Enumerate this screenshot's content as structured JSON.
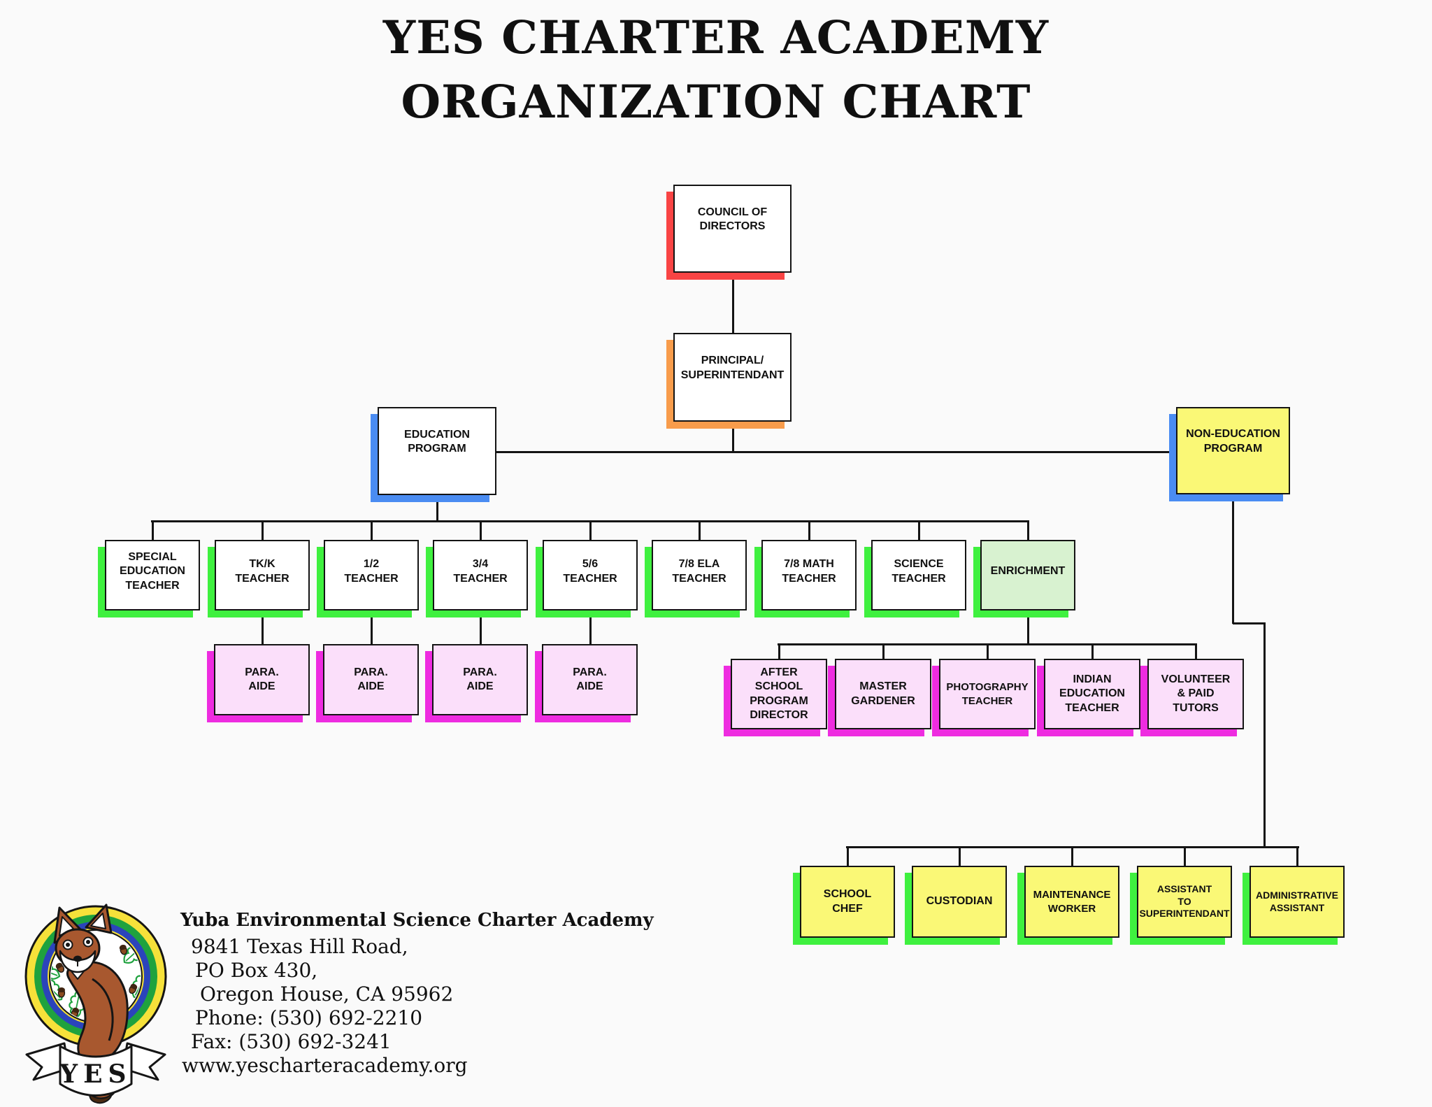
{
  "title": {
    "line1": "YES CHARTER ACADEMY",
    "line2": "ORGANIZATION CHART"
  },
  "org": {
    "council": {
      "label": "COUNCIL OF\nDIRECTORS"
    },
    "principal": {
      "label": "PRINCIPAL/\nSUPERINTENDANT"
    },
    "education": {
      "label": "EDUCATION\nPROGRAM"
    },
    "non_education": {
      "label": "NON-EDUCATION\nPROGRAM"
    },
    "teachers": [
      {
        "label": "SPECIAL\nEDUCATION\nTEACHER"
      },
      {
        "label": "TK/K\nTEACHER"
      },
      {
        "label": "1/2\nTEACHER"
      },
      {
        "label": "3/4\nTEACHER"
      },
      {
        "label": "5/6\nTEACHER"
      },
      {
        "label": "7/8 ELA\nTEACHER"
      },
      {
        "label": "7/8 MATH\nTEACHER"
      },
      {
        "label": "SCIENCE\nTEACHER"
      },
      {
        "label": "ENRICHMENT"
      }
    ],
    "para_aides": [
      {
        "label": "PARA.\nAIDE"
      },
      {
        "label": "PARA.\nAIDE"
      },
      {
        "label": "PARA.\nAIDE"
      },
      {
        "label": "PARA.\nAIDE"
      }
    ],
    "enrichment_staff": [
      {
        "label": "AFTER\nSCHOOL\nPROGRAM\nDIRECTOR"
      },
      {
        "label": "MASTER\nGARDENER"
      },
      {
        "label": "PHOTOGRAPHY\nTEACHER"
      },
      {
        "label": "INDIAN\nEDUCATION\nTEACHER"
      },
      {
        "label": "VOLUNTEER\n& PAID\nTUTORS"
      }
    ],
    "non_education_staff": [
      {
        "label": "SCHOOL\nCHEF"
      },
      {
        "label": "CUSTODIAN"
      },
      {
        "label": "MAINTENANCE\nWORKER"
      },
      {
        "label": "ASSISTANT\nTO\nSUPERINTENDANT"
      },
      {
        "label": "ADMINISTRATIVE\nASSISTANT"
      }
    ]
  },
  "colors": {
    "background": "#fafafa",
    "box_border": "#141414",
    "shadow_red": "#f94444",
    "shadow_orange": "#f89c4b",
    "shadow_blue": "#4a8cf2",
    "shadow_green": "#3ff03f",
    "shadow_magenta": "#ee2ce0",
    "fill_yellow": "#faf876",
    "fill_pink": "#fbdffa",
    "fill_light_green": "#d8f2d0"
  },
  "footer": {
    "logo_text": "YES",
    "org_name": "Yuba Environmental Science Charter Academy",
    "address_lines": [
      "9841 Texas Hill Road,",
      "PO Box 430,",
      "Oregon House, CA 95962",
      "Phone: (530) 692-2210",
      "Fax: (530) 692-3241",
      "www.yescharteracademy.org"
    ]
  }
}
